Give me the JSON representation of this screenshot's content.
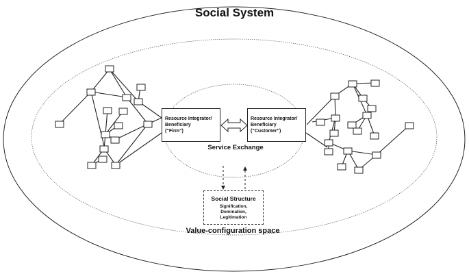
{
  "diagram": {
    "title": "Social System",
    "actors": {
      "firm": {
        "line1": "Resource Integrator/",
        "line2": "Beneficiary",
        "line3": "(“Firm”)"
      },
      "customer": {
        "line1": "Resource Integrator/",
        "line2": "Beneficiary",
        "line3": "(“Customer”)"
      }
    },
    "exchange_label": "Service Exchange",
    "social_structure": {
      "title": "Social Structure",
      "line1": "Signification,",
      "line2": "Domination,",
      "line3": "Legitimation"
    },
    "space_label": "Value-configuration space"
  },
  "colors": {
    "stroke": "#222222",
    "background": "#ffffff"
  }
}
